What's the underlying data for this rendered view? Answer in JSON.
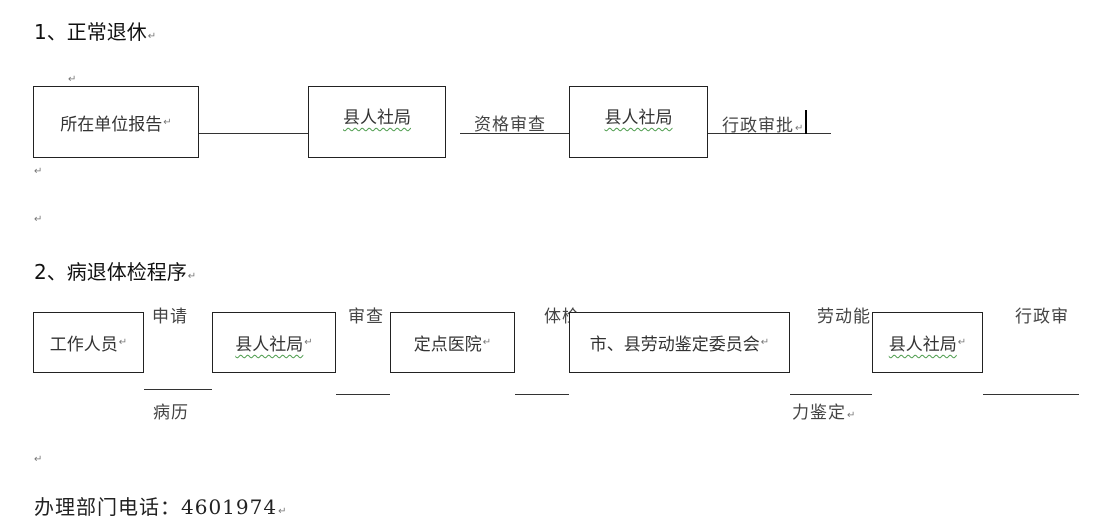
{
  "para_mark": "↵",
  "section1": {
    "heading": "1、正常退休",
    "box1": "所在单位报告",
    "box2": "县人社局",
    "label1": "资格审查",
    "box3": "县人社局",
    "label2": "行政审批"
  },
  "section2": {
    "heading": "2、病退体检程序",
    "box1": "工作人员",
    "box2": "县人社局",
    "box3": "定点医院",
    "box4": "市、县劳动鉴定委员会",
    "box5": "县人社局",
    "label_apply": "申请",
    "label_history": "病历",
    "label_review": "审查",
    "label_exam": "体检",
    "label_ability_top": "劳动能",
    "label_ability_bottom": "力鉴定",
    "label_admin": "行政审"
  },
  "footer": {
    "label": "办理部门电话：",
    "phone": "4601974"
  }
}
